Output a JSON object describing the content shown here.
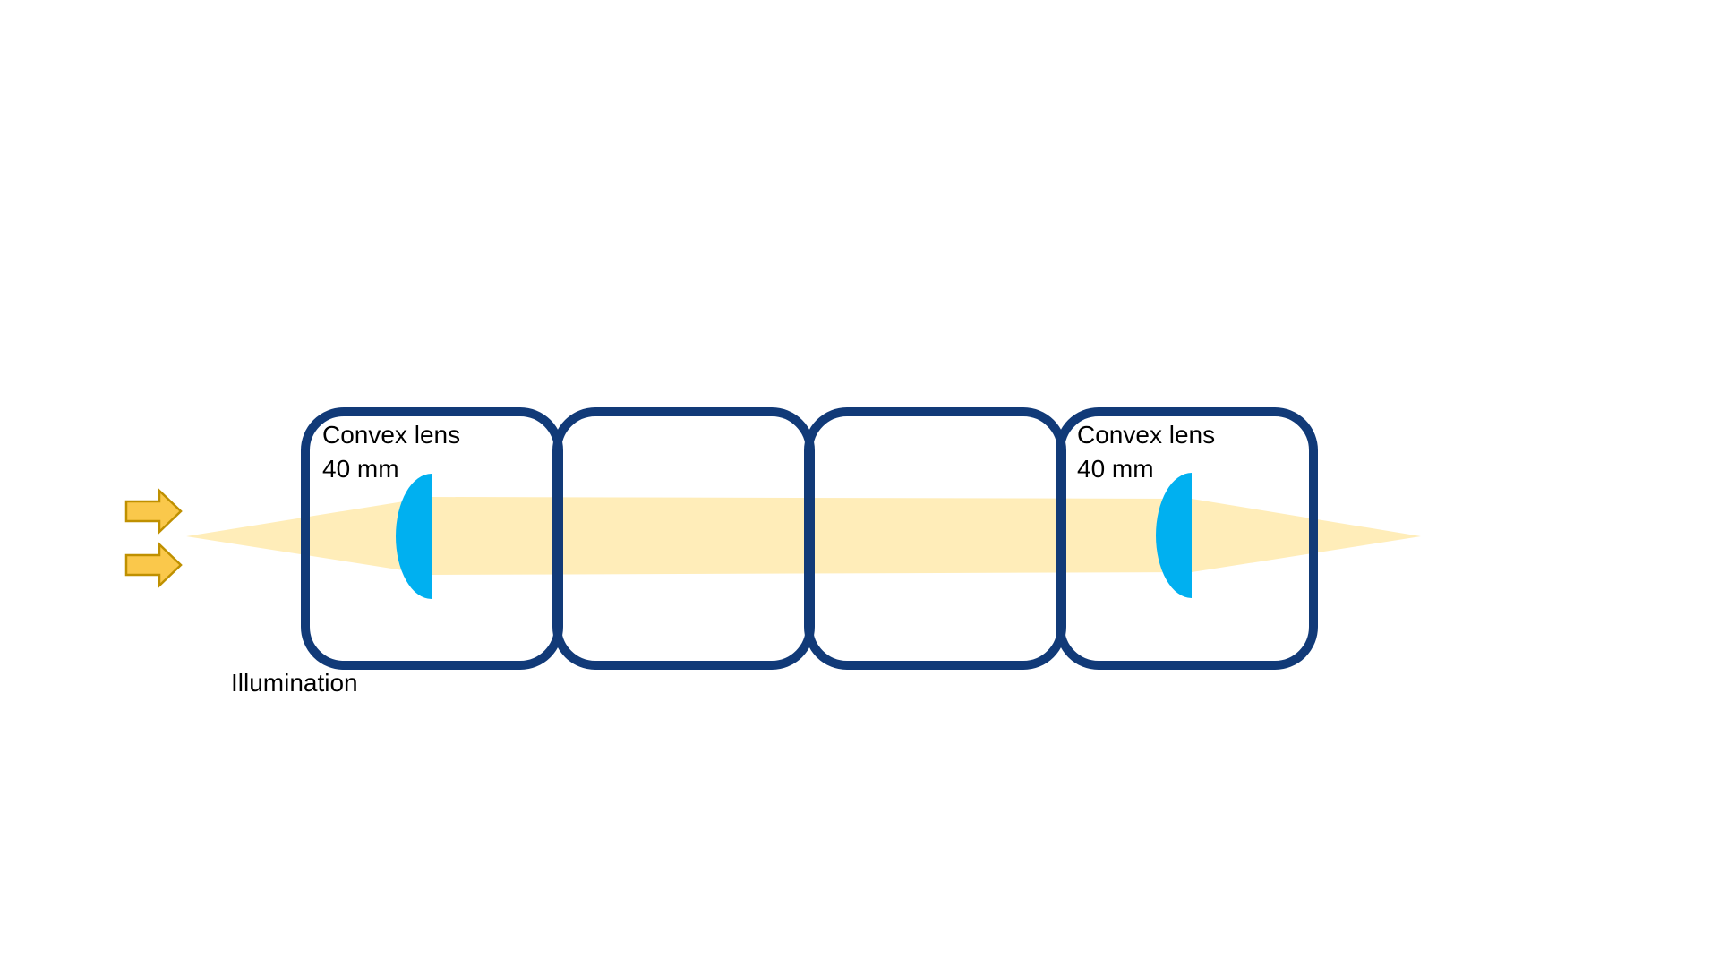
{
  "diagram": {
    "modules": [
      {
        "name": "module-1",
        "label_line1": "Convex lens",
        "label_line2": "40 mm"
      },
      {
        "name": "module-2"
      },
      {
        "name": "module-3"
      },
      {
        "name": "module-4",
        "label_line1": "Convex lens",
        "label_line2": "40 mm"
      }
    ],
    "lenses": [
      {
        "name": "convex-lens-left",
        "focal_length": "40 mm"
      },
      {
        "name": "convex-lens-right",
        "focal_length": "40 mm"
      }
    ],
    "caption": "Illumination",
    "colors": {
      "background": "#FFFFFF",
      "box_border": "#113A78",
      "beam": "#FFEDB9",
      "lens": "#00B0F0",
      "arrow_fill": "#FAC84B",
      "arrow_outline": "#BF9000",
      "text": "#000000"
    }
  }
}
